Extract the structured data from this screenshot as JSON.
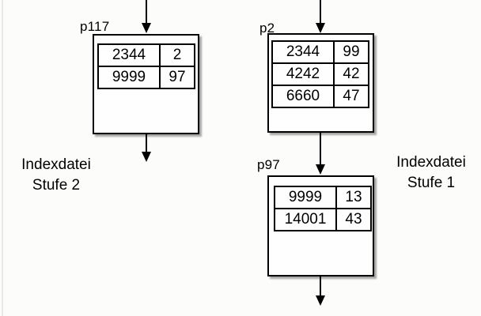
{
  "diagram": {
    "title_implied": "Two-level index structure",
    "colors": {
      "background": "#fcfcfa",
      "line": "#000000",
      "shadow": "#999999"
    },
    "captions": {
      "left": {
        "line1": "Indexdatei",
        "line2": "Stufe 2"
      },
      "right": {
        "line1": "Indexdatei",
        "line2": "Stufe 1"
      }
    },
    "nodes": [
      {
        "id": "p117",
        "label": "p117",
        "rows": [
          [
            "2344",
            "2"
          ],
          [
            "9999",
            "97"
          ]
        ]
      },
      {
        "id": "p2",
        "label": "p2",
        "rows": [
          [
            "2344",
            "99"
          ],
          [
            "4242",
            "42"
          ],
          [
            "6660",
            "47"
          ]
        ]
      },
      {
        "id": "p97",
        "label": "p97",
        "rows": [
          [
            "9999",
            "13"
          ],
          [
            "14001",
            "43"
          ]
        ]
      }
    ]
  }
}
